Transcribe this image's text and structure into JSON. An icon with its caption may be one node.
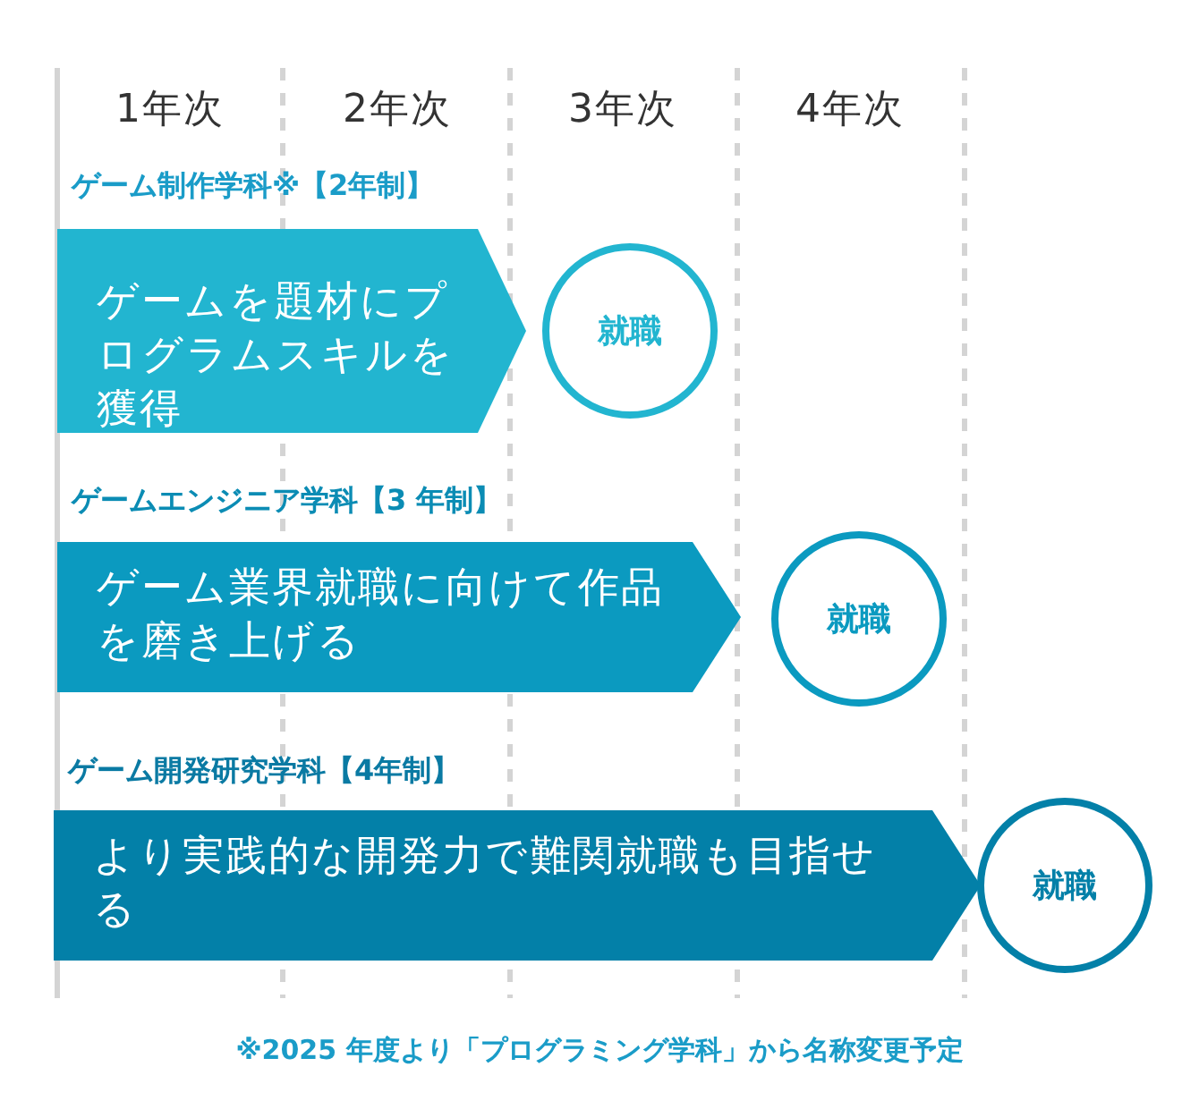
{
  "diagram": {
    "nodes": [
      {
        "text": [
          "ゲーム制作学科※【2年制】",
          "ゲームを題材にプログラムスキルを獲得"
        ]
      },
      {
        "text": [
          "就職"
        ]
      },
      {
        "text": [
          "ゲームエンジニア学科【3 年制】",
          "ゲーム業界就職に向けて作品を磨き上げる"
        ]
      },
      {
        "text": [
          "就職"
        ]
      },
      {
        "text": [
          "ゲーム開発研究学科【4年制】",
          "より実践的な開発力で難関就職も目指せる"
        ]
      },
      {
        "text": [
          "就職"
        ]
      }
    ],
    "labels": [
      "1年次",
      "2年次",
      "3年次",
      "4年次",
      "※2025 年度より「プログラミング学科」から名称変更予定"
    ]
  }
}
